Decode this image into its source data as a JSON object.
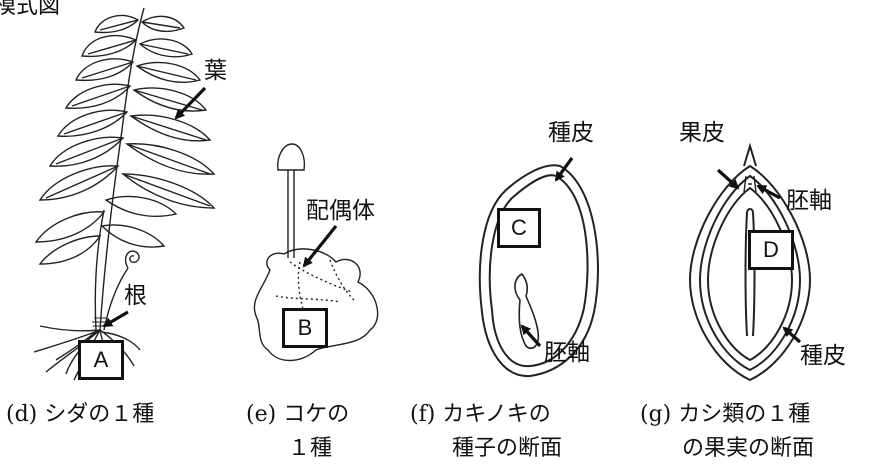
{
  "header": {
    "title_fragment": "模式図"
  },
  "labels": {
    "leaf": "葉",
    "root": "根",
    "gametophyte": "配偶体",
    "seed_coat_f": "種皮",
    "hypocotyl_f": "胚軸",
    "pericarp": "果皮",
    "hypocotyl_g": "胚軸",
    "seed_coat_g": "種皮"
  },
  "boxes": {
    "a": "A",
    "b": "B",
    "c": "C",
    "d": "D"
  },
  "captions": {
    "d": {
      "line1": "(d) シダの１種"
    },
    "e": {
      "line1": "(e) コケの",
      "line2": "１種"
    },
    "f": {
      "line1": "(f) カキノキの",
      "line2": "種子の断面"
    },
    "g": {
      "line1": "(g) カシ類の１種",
      "line2": "の果実の断面"
    }
  }
}
